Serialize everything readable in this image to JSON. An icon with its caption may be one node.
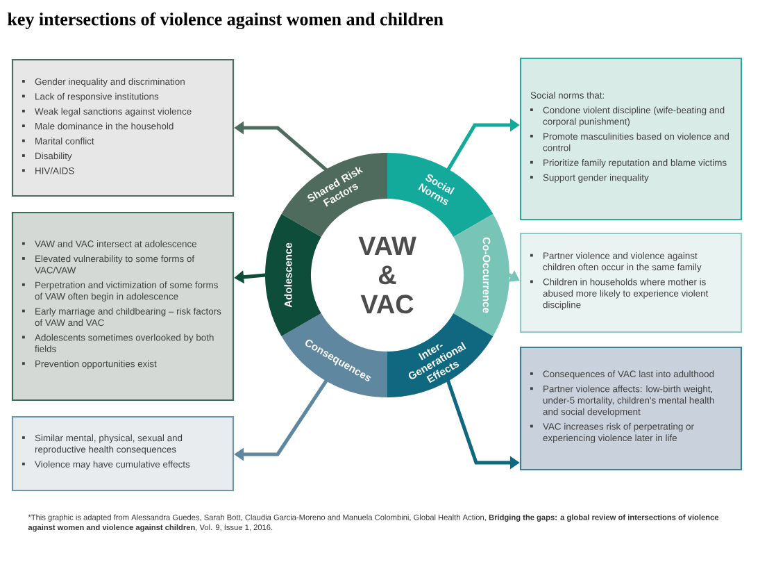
{
  "diagram": {
    "title": "key intersections of violence against women and children",
    "caption": "*This graphic is adapted from Alessandra Guedes, Sarah Bott, Claudia Garcia-Moreno and Manuela Colombini, Global Health Action, **Bridging the gaps: a global review of intersections of violence against women and violence against children**, Vol. 9, Issue 1, 2016.",
    "nodes": [
      {
        "text": [
          "VAW & VAC"
        ]
      },
      {
        "text": [
          "Shared Risk Factors"
        ]
      },
      {
        "text": [
          "Social Norms"
        ]
      },
      {
        "text": [
          "Co-Occurrence"
        ]
      },
      {
        "text": [
          "Inter-Generational Effects"
        ]
      },
      {
        "text": [
          "Consequences"
        ]
      },
      {
        "text": [
          "Adolescence"
        ]
      },
      {
        "text": [
          "Gender inequality and discrimination",
          "Lack of responsive institutions",
          "Weak legal sanctions against violence",
          "Male dominance in the household",
          "Marital conflict",
          "Disability",
          "HIV/AIDS"
        ]
      },
      {
        "text": [
          "Social norms that:",
          "Condone violent discipline (wife-beating and corporal punishment)",
          "Promote masculinities based on violence and control",
          "Prioritize family reputation and blame victims",
          "Support gender inequality"
        ]
      },
      {
        "text": [
          "VAW and VAC intersect at adolescence",
          "Elevated vulnerability to some forms of VAC/VAW",
          "Perpetration and victimization of some forms of VAW often begin in adolescence",
          "Early marriage and childbearing – risk factors of VAW and VAC",
          "Adolescents sometimes overlooked by both fields",
          "Prevention opportunities exist"
        ]
      },
      {
        "text": [
          "Partner violence and violence against children often occur in the same family",
          "Children in households where mother is abused more likely to experience violent discipline"
        ]
      },
      {
        "text": [
          "Similar mental, physical, sexual and reproductive health consequences",
          "Violence may have cumulative effects"
        ]
      },
      {
        "text": [
          "Consequences of VAC last into adulthood",
          "Partner violence affects: low-birth weight, under-5 mortality, children's mental health and social development",
          "VAC increases risk of perpetrating or experiencing violence later in life"
        ]
      }
    ],
    "edges": [
      {
        "from": 1,
        "to": 7,
        "arrow": "to",
        "color": "#4f6b5e"
      },
      {
        "from": 2,
        "to": 8,
        "arrow": "to",
        "color": "#14aa9b"
      },
      {
        "from": 6,
        "to": 9,
        "arrow": "to",
        "color": "#0e4d3a"
      },
      {
        "from": 3,
        "to": 10,
        "arrow": "to",
        "color": "#78c5b8"
      },
      {
        "from": 5,
        "to": 11,
        "arrow": "to",
        "color": "#5f87a0"
      },
      {
        "from": 4,
        "to": 12,
        "arrow": "to",
        "color": "#0f6880"
      }
    ]
  }
}
